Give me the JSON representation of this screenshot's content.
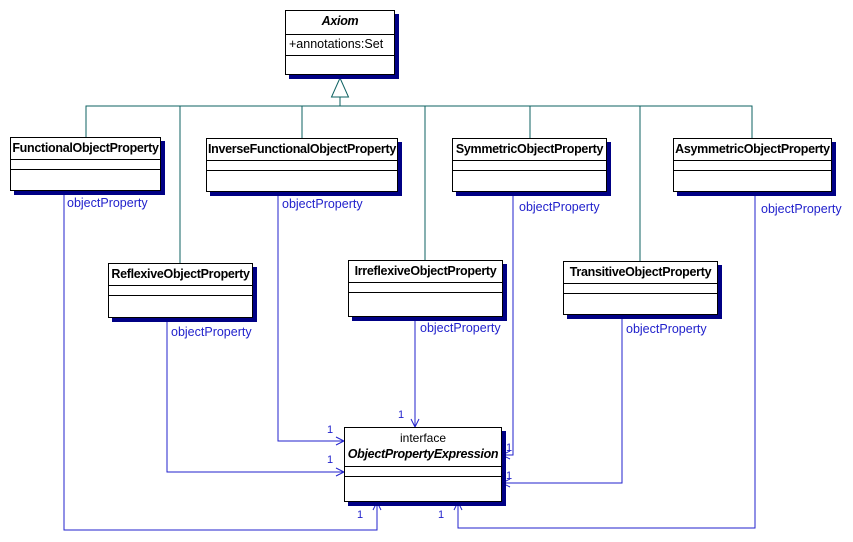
{
  "colors": {
    "association_line": "#2222cc",
    "generalization_line": "#0e6262",
    "box_border": "#000000",
    "box_shadow": "#000084",
    "background": "#ffffff"
  },
  "classes": [
    {
      "name": "Axiom",
      "abstract": true,
      "attributes": [
        "+annotations:Set"
      ]
    },
    {
      "name": "FunctionalObjectProperty"
    },
    {
      "name": "InverseFunctionalObjectProperty"
    },
    {
      "name": "SymmetricObjectProperty"
    },
    {
      "name": "AsymmetricObjectProperty"
    },
    {
      "name": "ReflexiveObjectProperty"
    },
    {
      "name": "IrreflexiveObjectProperty"
    },
    {
      "name": "TransitiveObjectProperty"
    },
    {
      "name": "ObjectPropertyExpression",
      "stereotype": "interface"
    }
  ],
  "generalization": {
    "parent": "Axiom",
    "children": [
      "FunctionalObjectProperty",
      "InverseFunctionalObjectProperty",
      "SymmetricObjectProperty",
      "AsymmetricObjectProperty",
      "ReflexiveObjectProperty",
      "IrreflexiveObjectProperty",
      "TransitiveObjectProperty"
    ]
  },
  "associations": [
    {
      "from": "FunctionalObjectProperty",
      "to": "ObjectPropertyExpression",
      "label": "objectProperty",
      "multiplicity": "1"
    },
    {
      "from": "InverseFunctionalObjectProperty",
      "to": "ObjectPropertyExpression",
      "label": "objectProperty",
      "multiplicity": "1"
    },
    {
      "from": "SymmetricObjectProperty",
      "to": "ObjectPropertyExpression",
      "label": "objectProperty",
      "multiplicity": "1"
    },
    {
      "from": "AsymmetricObjectProperty",
      "to": "ObjectPropertyExpression",
      "label": "objectProperty",
      "multiplicity": "1"
    },
    {
      "from": "ReflexiveObjectProperty",
      "to": "ObjectPropertyExpression",
      "label": "objectProperty",
      "multiplicity": "1"
    },
    {
      "from": "IrreflexiveObjectProperty",
      "to": "ObjectPropertyExpression",
      "label": "objectProperty",
      "multiplicity": "1"
    },
    {
      "from": "TransitiveObjectProperty",
      "to": "ObjectPropertyExpression",
      "label": "objectProperty",
      "multiplicity": "1"
    }
  ]
}
